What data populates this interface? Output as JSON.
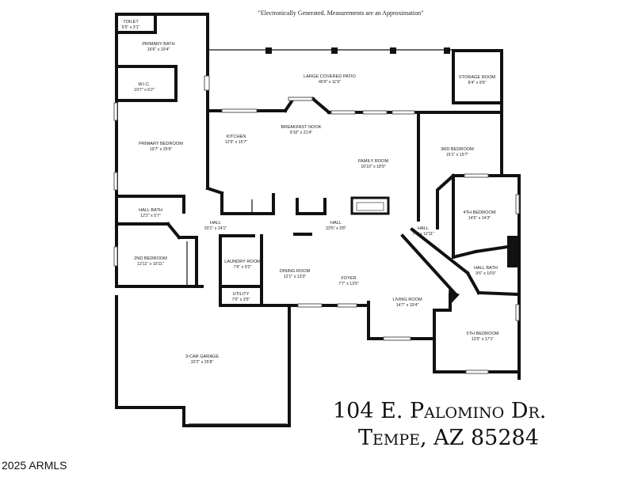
{
  "note": "\"Electronically Generated.  Measurements are an Approximation\"",
  "address_line1": "104 E. Palomino Dr.",
  "address_line2": "Tempe, AZ 85284",
  "copyright": "2025 ARMLS",
  "rooms": [
    {
      "key": "toilet",
      "name": "TOILET",
      "dims": "5'5\" x 3'1\""
    },
    {
      "key": "primary-bath",
      "name": "PRIMARY BATH",
      "dims": "16'6\" x 10'4\""
    },
    {
      "key": "wic",
      "name": "W.I.C.",
      "dims": "10'7\" x 6'2\""
    },
    {
      "key": "covered-patio",
      "name": "LARGE COVERED PATIO",
      "dims": "45'9\" x 11'9\""
    },
    {
      "key": "storage-room",
      "name": "STORAGE ROOM",
      "dims": "8'4\" x 9'5\""
    },
    {
      "key": "breakfast-nook",
      "name": "BREAKFAST NOOK",
      "dims": "9'10\" x 21'4\""
    },
    {
      "key": "kitchen",
      "name": "KITCHEN",
      "dims": "12'9\" x 15'7\""
    },
    {
      "key": "primary-bedroom",
      "name": "PRIMARY BEDROOM",
      "dims": "19'7\" x 25'6\""
    },
    {
      "key": "family-room",
      "name": "FAMILY ROOM",
      "dims": "16'10\" x 18'9\""
    },
    {
      "key": "3rd-bedroom",
      "name": "3RD BEDROOM",
      "dims": "15'1\" x 15'7\""
    },
    {
      "key": "4th-bedroom",
      "name": "4TH BEDROOM",
      "dims": "14'5\" x 14'3\""
    },
    {
      "key": "hall-bath-left",
      "name": "HALL BATH",
      "dims": "12'2\" x 5'7\""
    },
    {
      "key": "hall-left",
      "name": "HALL",
      "dims": "20'1\" x 14'1\""
    },
    {
      "key": "hall-center",
      "name": "HALL",
      "dims": "23'5\" x 3'8\""
    },
    {
      "key": "hall-right",
      "name": "HALL",
      "dims": "7'1\" x 12'11\""
    },
    {
      "key": "2nd-bedroom",
      "name": "2ND BEDROOM",
      "dims": "12'11\" x 10'11\""
    },
    {
      "key": "laundry-room",
      "name": "LAUNDRY ROOM",
      "dims": "7'6\" x 9'2\""
    },
    {
      "key": "dining-room",
      "name": "DINING ROOM",
      "dims": "12'1\" x 13'3\""
    },
    {
      "key": "foyer",
      "name": "FOYER",
      "dims": "7'7\" x 13'5\""
    },
    {
      "key": "hall-bath-right",
      "name": "HALL BATH",
      "dims": "9'6\" x 10'9\""
    },
    {
      "key": "utility",
      "name": "UTILITY",
      "dims": "7'6\" x 3'5\""
    },
    {
      "key": "living-room",
      "name": "LIVING ROOM",
      "dims": "14'7\" x 19'4\""
    },
    {
      "key": "5th-bedroom",
      "name": "5TH BEDROOM",
      "dims": "12'6\" x 17'1\""
    },
    {
      "key": "garage",
      "name": "3-CAR GARAGE",
      "dims": "32'2\" x 25'8\""
    }
  ]
}
